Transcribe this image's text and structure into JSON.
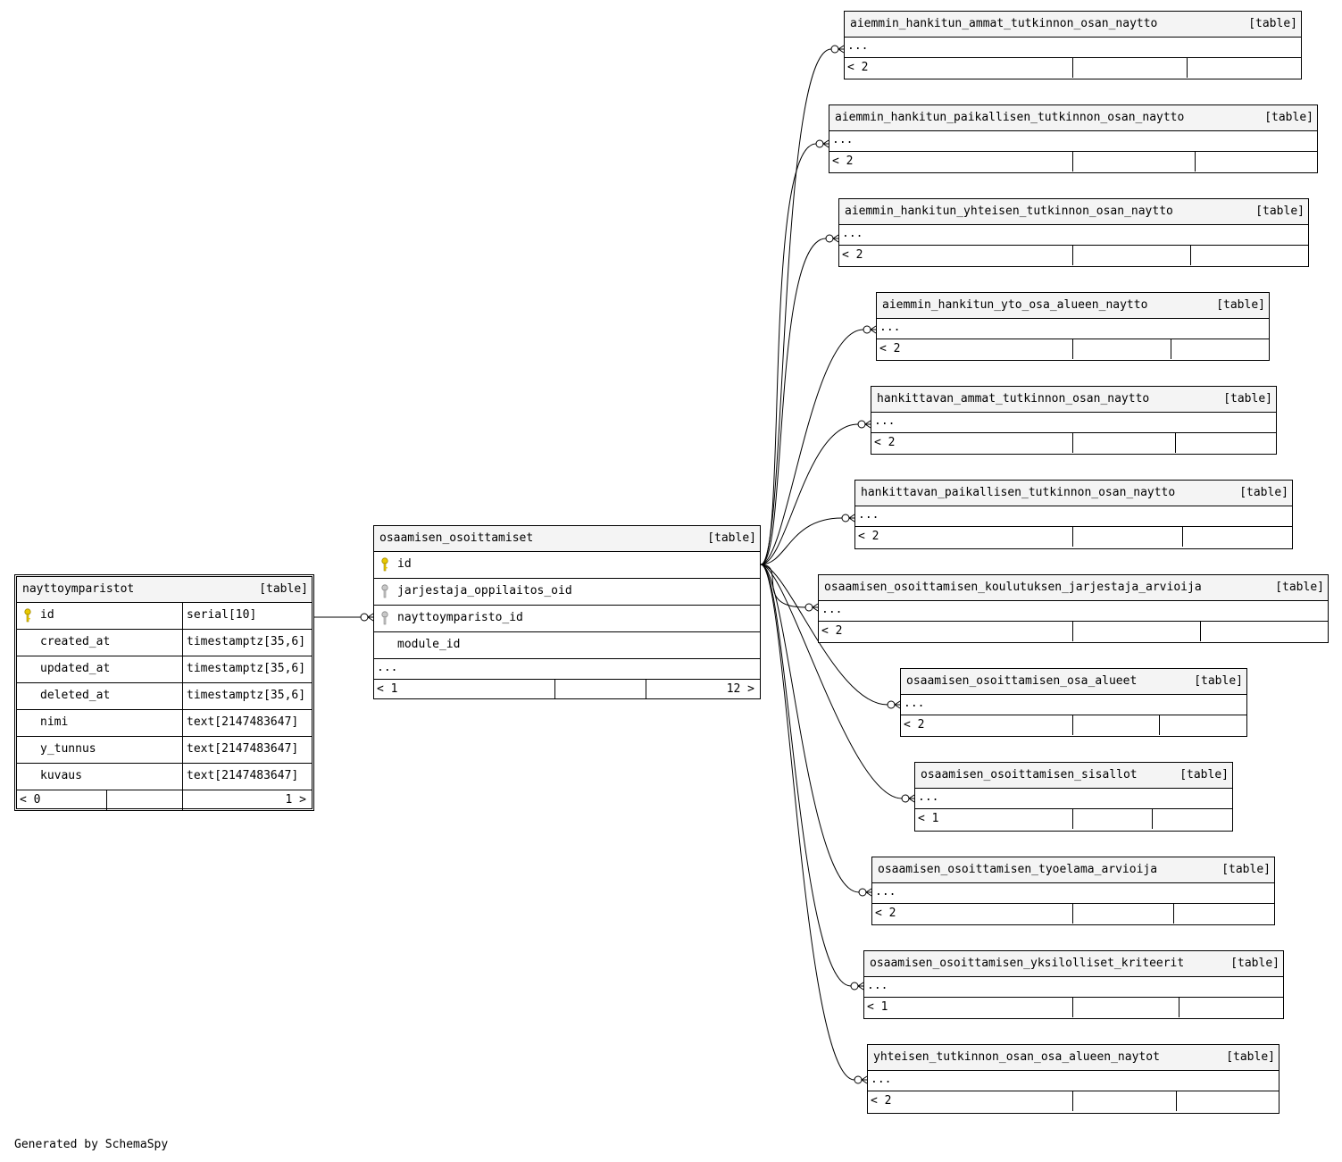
{
  "nayttoymparistot": {
    "name": "nayttoymparistot",
    "tag": "[table]",
    "columns": [
      {
        "name": "id",
        "type": "serial[10]",
        "key": "primary"
      },
      {
        "name": "created_at",
        "type": "timestamptz[35,6]"
      },
      {
        "name": "updated_at",
        "type": "timestamptz[35,6]"
      },
      {
        "name": "deleted_at",
        "type": "timestamptz[35,6]"
      },
      {
        "name": "nimi",
        "type": "text[2147483647]"
      },
      {
        "name": "y_tunnus",
        "type": "text[2147483647]"
      },
      {
        "name": "kuvaus",
        "type": "text[2147483647]"
      }
    ],
    "parents": "< 0",
    "children": "1 >"
  },
  "osaamisen_osoittamiset": {
    "name": "osaamisen_osoittamiset",
    "tag": "[table]",
    "columns": [
      {
        "name": "id",
        "key": "primary"
      },
      {
        "name": "jarjestaja_oppilaitos_oid",
        "key": "foreign"
      },
      {
        "name": "nayttoymparisto_id",
        "key": "foreign"
      },
      {
        "name": "module_id"
      }
    ],
    "more": "...",
    "parents": "< 1",
    "children": "12 >"
  },
  "child_tables": [
    {
      "name": "aiemmin_hankitun_ammat_tutkinnon_osan_naytto",
      "tag": "[table]",
      "more": "...",
      "parents": "< 2"
    },
    {
      "name": "aiemmin_hankitun_paikallisen_tutkinnon_osan_naytto",
      "tag": "[table]",
      "more": "...",
      "parents": "< 2"
    },
    {
      "name": "aiemmin_hankitun_yhteisen_tutkinnon_osan_naytto",
      "tag": "[table]",
      "more": "...",
      "parents": "< 2"
    },
    {
      "name": "aiemmin_hankitun_yto_osa_alueen_naytto",
      "tag": "[table]",
      "more": "...",
      "parents": "< 2"
    },
    {
      "name": "hankittavan_ammat_tutkinnon_osan_naytto",
      "tag": "[table]",
      "more": "...",
      "parents": "< 2"
    },
    {
      "name": "hankittavan_paikallisen_tutkinnon_osan_naytto",
      "tag": "[table]",
      "more": "...",
      "parents": "< 2"
    },
    {
      "name": "osaamisen_osoittamisen_koulutuksen_jarjestaja_arvioija",
      "tag": "[table]",
      "more": "...",
      "parents": "< 2"
    },
    {
      "name": "osaamisen_osoittamisen_osa_alueet",
      "tag": "[table]",
      "more": "...",
      "parents": "< 2"
    },
    {
      "name": "osaamisen_osoittamisen_sisallot",
      "tag": "[table]",
      "more": "...",
      "parents": "< 1"
    },
    {
      "name": "osaamisen_osoittamisen_tyoelama_arvioija",
      "tag": "[table]",
      "more": "...",
      "parents": "< 2"
    },
    {
      "name": "osaamisen_osoittamisen_yksilolliset_kriteerit",
      "tag": "[table]",
      "more": "...",
      "parents": "< 1"
    },
    {
      "name": "yhteisen_tutkinnon_osan_osa_alueen_naytot",
      "tag": "[table]",
      "more": "...",
      "parents": "< 2"
    }
  ],
  "colors": {
    "header_bg": "#f4f4f4",
    "primary_key": "#e8c800",
    "foreign_key": "#a0a0a0",
    "line": "#000000"
  },
  "footer": "Generated by SchemaSpy"
}
